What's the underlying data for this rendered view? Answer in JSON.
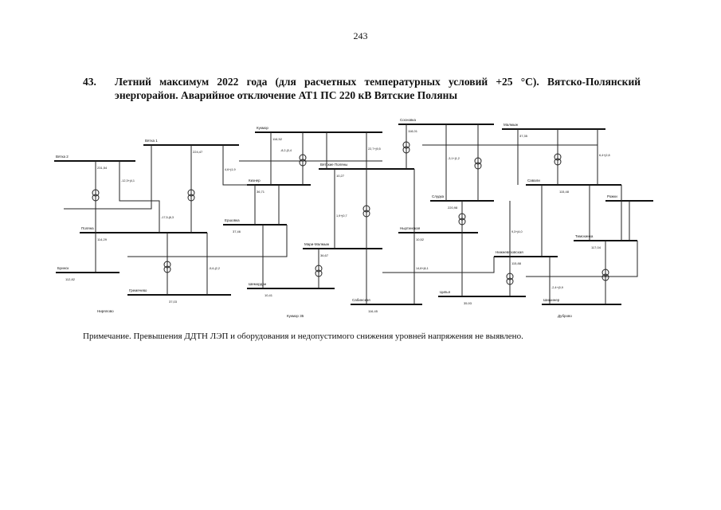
{
  "page": {
    "number": "243"
  },
  "heading": {
    "item_number": "43.",
    "title": "Летний максимум 2022 года (для расчетных температурных условий +25 °С). Вятско-Полянский энергорайон. Аварийное отключение АТ1 ПС 220 кВ Вятские Поляны"
  },
  "diagram": {
    "labels": {
      "l1": "Вятка 2",
      "l2": "Вятка 1",
      "l3": "Кукмор",
      "l4": "Сосновка",
      "l5": "Малмыж",
      "l6": "Кизнер",
      "l7": "Вятские Поляны",
      "l8": "Слудка",
      "l9": "Савали",
      "l10": "Поляна",
      "l11": "Ершовка",
      "l12": "Мари-Малмыж",
      "l13": "Ныртинская",
      "l14": "Нижневязовская",
      "l15": "Тимохинка",
      "l16": "Буинск",
      "l17": "Гремячево",
      "l18": "Шемордан",
      "l19": "Сабинская",
      "l20": "Ципья",
      "l21": "Шишинер",
      "l22": "Рожки",
      "l23": "Нирялово",
      "l24": "Кукмор 35",
      "l25": "Дуброво"
    },
    "values": {
      "v1": "231,54",
      "v2": "224,47",
      "v3": "116,52",
      "v4": "118,01",
      "v5": "37,35",
      "v6": "36,71",
      "v7": "10,27",
      "v8": "220,98",
      "v9": "115,48",
      "v10": "114,29",
      "v11": "37,46",
      "v12": "36,67",
      "v13": "10,52",
      "v14": "115,88",
      "v15": "117,04",
      "v16": "112,82",
      "v17": "37,03",
      "v18": "10,41",
      "v19": "116,45",
      "v20": "35,93",
      "f1": "-12,3+j4,1",
      "f2": "4,6+j1,9",
      "f3": "-8,2-j3,4",
      "f4": "22,7+j9,5",
      "f5": "-3,1+j1,2",
      "f6": "6,4+j2,8",
      "f7": "-17,5-j6,3",
      "f8": "1,9+j0,7",
      "f9": "9,3+j4,0",
      "f10": "-5,6-j2,2",
      "f11": "14,8+j6,1",
      "f12": "-2,4+j0,9"
    }
  },
  "note": {
    "text": "Примечание. Превышения ДДТН ЛЭП и оборудования и недопустимого снижения уровней напряжения не выявлено."
  }
}
